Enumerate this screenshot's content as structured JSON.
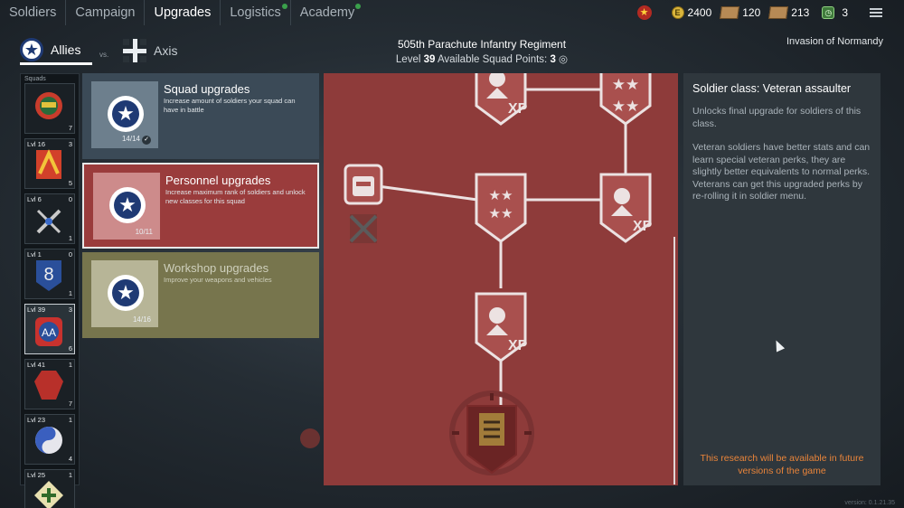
{
  "nav": {
    "tabs": [
      {
        "label": "Soldiers"
      },
      {
        "label": "Campaign"
      },
      {
        "label": "Upgrades"
      },
      {
        "label": "Logistics"
      },
      {
        "label": "Academy"
      }
    ],
    "active_tab": "Upgrades"
  },
  "resources": {
    "coins": "2400",
    "cards_a": "120",
    "cards_b": "213",
    "orders": "3"
  },
  "faction": {
    "allies_label": "Allies",
    "vs_label": "vs.",
    "axis_label": "Axis"
  },
  "regiment": {
    "name": "505th Parachute Infantry Regiment",
    "level_prefix": "Level",
    "level": "39",
    "points_label": "Available Squad Points:",
    "points": "3"
  },
  "campaign": "Invasion of Normandy",
  "squads": {
    "title": "Squads",
    "items": [
      {
        "lvl": "",
        "pts": "",
        "num": "7"
      },
      {
        "lvl": "Lvl 16",
        "pts": "3",
        "num": "5"
      },
      {
        "lvl": "Lvl 6",
        "pts": "0",
        "num": "1"
      },
      {
        "lvl": "Lvl 1",
        "pts": "0",
        "num": "1"
      },
      {
        "lvl": "Lvl 39",
        "pts": "3",
        "num": "6"
      },
      {
        "lvl": "Lvl 41",
        "pts": "1",
        "num": "7"
      },
      {
        "lvl": "Lvl 23",
        "pts": "1",
        "num": "4"
      },
      {
        "lvl": "Lvl 25",
        "pts": "1",
        "num": ""
      }
    ]
  },
  "cards": {
    "squad": {
      "title": "Squad upgrades",
      "desc": "Increase amount of soldiers your squad can have in battle",
      "progress": "14/14"
    },
    "personnel": {
      "title": "Personnel upgrades",
      "desc": "Increase maximum rank of soldiers and unlock new classes for this squad",
      "progress": "10/11"
    },
    "workshop": {
      "title": "Workshop upgrades",
      "desc": "Improve your weapons and vehicles",
      "progress": "14/16"
    }
  },
  "info": {
    "title": "Soldier class: Veteran assaulter",
    "p1": "Unlocks final upgrade for soldiers of this class.",
    "p2": "Veteran soldiers have better stats and can learn special veteran perks, they are slightly better equivalents to normal perks. Veterans can get this upgraded perks by re-rolling it in soldier menu.",
    "notice": "This research will be available in future versions of the game"
  },
  "version": "version: 0.1.21.35",
  "colors": {
    "tree_bg": "#8e3b3a",
    "notice": "#e9843a",
    "allies_blue": "#1f3a74"
  }
}
